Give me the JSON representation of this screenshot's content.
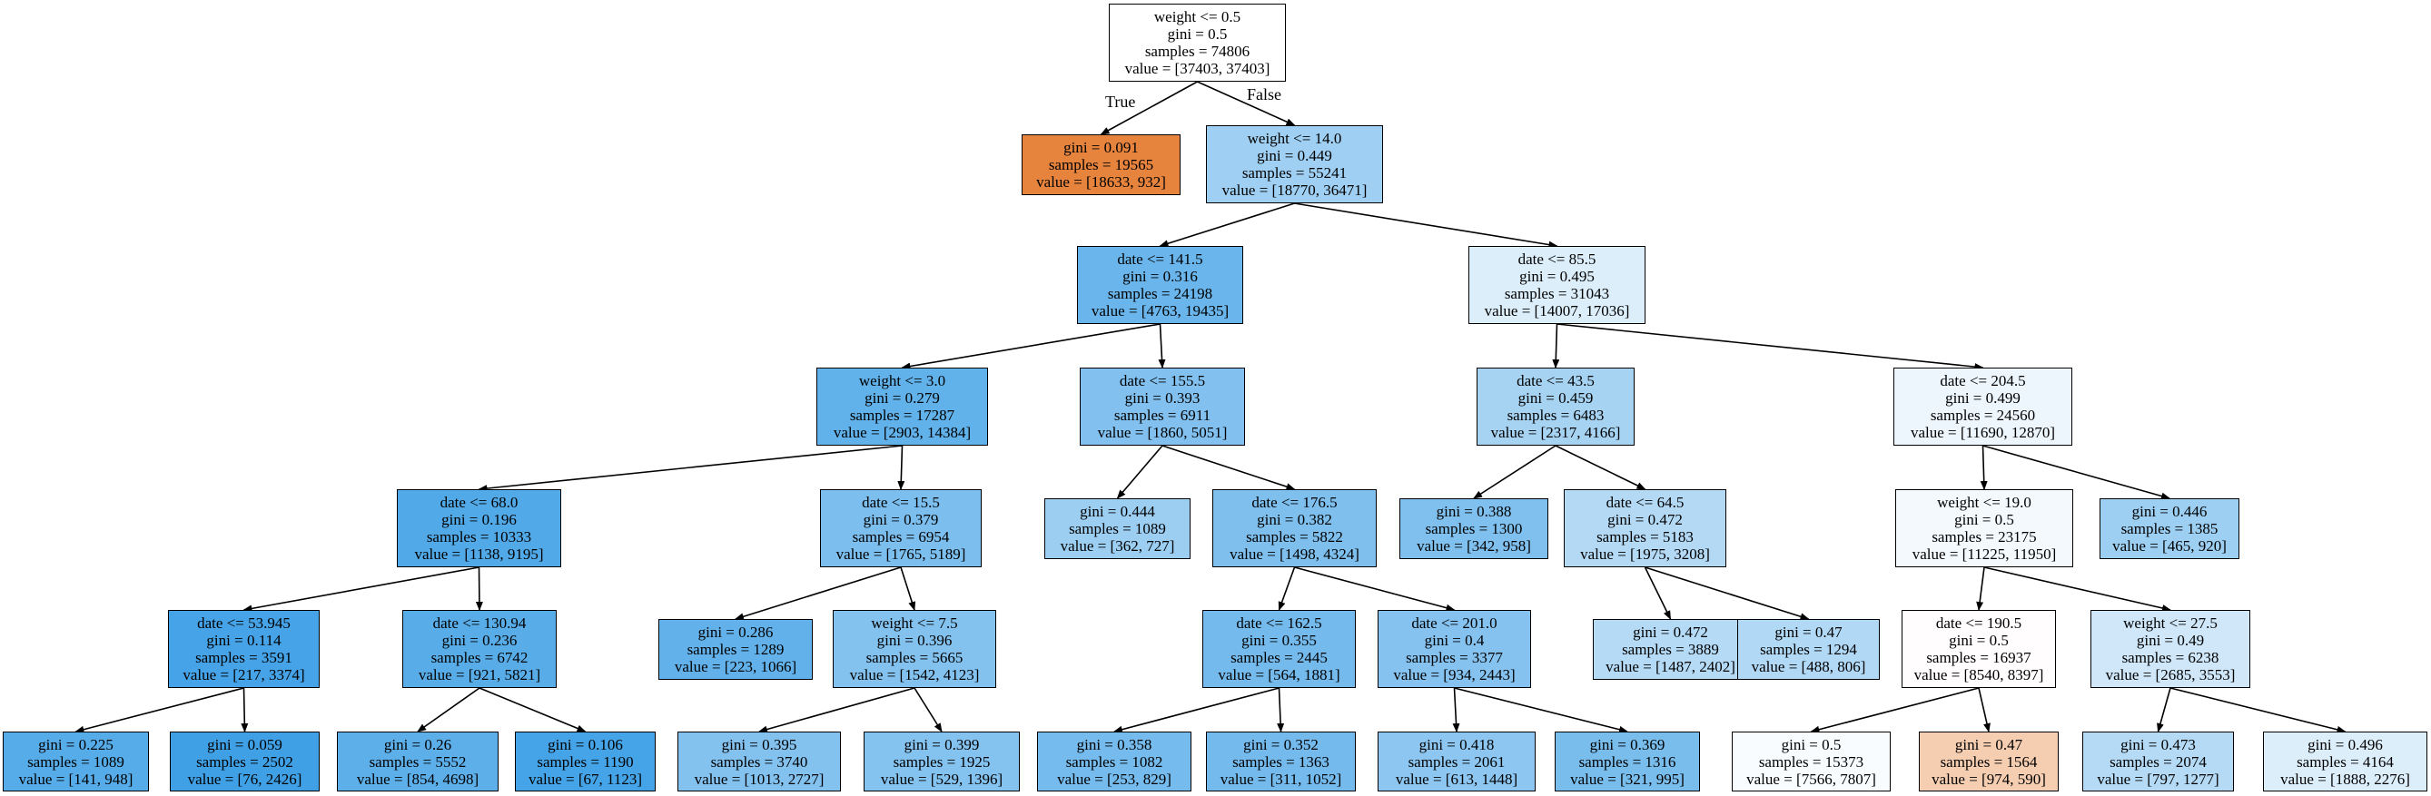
{
  "tree": {
    "colors": {
      "class_0": "#e58139",
      "class_1": "#399de5",
      "edge": "#000000"
    },
    "branch_labels": {
      "true_label": "True",
      "false_label": "False"
    },
    "nodes": [
      {
        "id": "n0",
        "lines": [
          "weight <= 0.5",
          "gini = 0.5",
          "samples = 74806",
          "value = [37403, 37403]"
        ],
        "fill": "#ffffff"
      },
      {
        "id": "n1",
        "lines": [
          "gini = 0.091",
          "samples = 19565",
          "value = [18633, 932]"
        ],
        "fill": "#e6843e"
      },
      {
        "id": "n2",
        "lines": [
          "weight <= 14.0",
          "gini = 0.449",
          "samples = 55241",
          "value = [18770, 36471]"
        ],
        "fill": "#9fcff2"
      },
      {
        "id": "n3",
        "lines": [
          "date <= 141.5",
          "gini = 0.316",
          "samples = 24198",
          "value = [4763, 19435]"
        ],
        "fill": "#6ab5eb"
      },
      {
        "id": "n4",
        "lines": [
          "date <= 85.5",
          "gini = 0.495",
          "samples = 31043",
          "value = [14007, 17036]"
        ],
        "fill": "#dceefa"
      },
      {
        "id": "n5",
        "lines": [
          "weight <= 3.0",
          "gini = 0.279",
          "samples = 17287",
          "value = [2903, 14384]"
        ],
        "fill": "#61b1ea"
      },
      {
        "id": "n6",
        "lines": [
          "date <= 155.5",
          "gini = 0.393",
          "samples = 6911",
          "value = [1860, 5051]"
        ],
        "fill": "#82c1ef"
      },
      {
        "id": "n7",
        "lines": [
          "date <= 43.5",
          "gini = 0.459",
          "samples = 6483",
          "value = [2317, 4166]"
        ],
        "fill": "#a7d3f3"
      },
      {
        "id": "n8",
        "lines": [
          "date <= 204.5",
          "gini = 0.499",
          "samples = 24560",
          "value = [11690, 12870]"
        ],
        "fill": "#edf6fd"
      },
      {
        "id": "n9",
        "lines": [
          "date <= 68.0",
          "gini = 0.196",
          "samples = 10333",
          "value = [1138, 9195]"
        ],
        "fill": "#52a9e8"
      },
      {
        "id": "n10",
        "lines": [
          "date <= 15.5",
          "gini = 0.379",
          "samples = 6954",
          "value = [1765, 5189]"
        ],
        "fill": "#7cbeee"
      },
      {
        "id": "n11",
        "lines": [
          "gini = 0.444",
          "samples = 1089",
          "value = [362, 727]"
        ],
        "fill": "#9ccef2"
      },
      {
        "id": "n12",
        "lines": [
          "date <= 176.5",
          "gini = 0.382",
          "samples = 5822",
          "value = [1498, 4324]"
        ],
        "fill": "#7ebfee"
      },
      {
        "id": "n13",
        "lines": [
          "gini = 0.388",
          "samples = 1300",
          "value = [342, 958]"
        ],
        "fill": "#80c0ee"
      },
      {
        "id": "n14",
        "lines": [
          "date <= 64.5",
          "gini = 0.472",
          "samples = 5183",
          "value = [1975, 3208]"
        ],
        "fill": "#b3d9f5"
      },
      {
        "id": "n15",
        "lines": [
          "weight <= 19.0",
          "gini = 0.5",
          "samples = 23175",
          "value = [11225, 11950]"
        ],
        "fill": "#f3f9fd"
      },
      {
        "id": "n16",
        "lines": [
          "gini = 0.446",
          "samples = 1385",
          "value = [465, 920]"
        ],
        "fill": "#9dcff2"
      },
      {
        "id": "n17",
        "lines": [
          "date <= 53.945",
          "gini = 0.114",
          "samples = 3591",
          "value = [217, 3374]"
        ],
        "fill": "#46a3e7"
      },
      {
        "id": "n18",
        "lines": [
          "date <= 130.94",
          "gini = 0.236",
          "samples = 6742",
          "value = [921, 5821]"
        ],
        "fill": "#58ade9"
      },
      {
        "id": "n19",
        "lines": [
          "gini = 0.286",
          "samples = 1289",
          "value = [223, 1066]"
        ],
        "fill": "#62b1ea"
      },
      {
        "id": "n20",
        "lines": [
          "weight <= 7.5",
          "gini = 0.396",
          "samples = 5665",
          "value = [1542, 4123]"
        ],
        "fill": "#83c2ef"
      },
      {
        "id": "n21",
        "lines": [
          "date <= 162.5",
          "gini = 0.355",
          "samples = 2445",
          "value = [564, 1881]"
        ],
        "fill": "#74baed"
      },
      {
        "id": "n22",
        "lines": [
          "date <= 201.0",
          "gini = 0.4",
          "samples = 3377",
          "value = [934, 2443]"
        ],
        "fill": "#85c2ef"
      },
      {
        "id": "n23",
        "lines": [
          "gini = 0.472",
          "samples = 3889",
          "value = [1487, 2402]"
        ],
        "fill": "#b4daf5"
      },
      {
        "id": "n24",
        "lines": [
          "gini = 0.47",
          "samples = 1294",
          "value = [488, 806]"
        ],
        "fill": "#b1d8f5"
      },
      {
        "id": "n25",
        "lines": [
          "date <= 190.5",
          "gini = 0.5",
          "samples = 16937",
          "value = [8540, 8397]"
        ],
        "fill": "#fffdfd"
      },
      {
        "id": "n26",
        "lines": [
          "weight <= 27.5",
          "gini = 0.49",
          "samples = 6238",
          "value = [2685, 3553]"
        ],
        "fill": "#cfe7f9"
      },
      {
        "id": "n27",
        "lines": [
          "gini = 0.225",
          "samples = 1089",
          "value = [141, 948]"
        ],
        "fill": "#56ace9"
      },
      {
        "id": "n28",
        "lines": [
          "gini = 0.059",
          "samples = 2502",
          "value = [76, 2426]"
        ],
        "fill": "#3fa0e6"
      },
      {
        "id": "n29",
        "lines": [
          "gini = 0.26",
          "samples = 5552",
          "value = [854, 4698]"
        ],
        "fill": "#5dafea"
      },
      {
        "id": "n30",
        "lines": [
          "gini = 0.106",
          "samples = 1190",
          "value = [67, 1123]"
        ],
        "fill": "#45a3e7"
      },
      {
        "id": "n31",
        "lines": [
          "gini = 0.395",
          "samples = 3740",
          "value = [1013, 2727]"
        ],
        "fill": "#83c1ef"
      },
      {
        "id": "n32",
        "lines": [
          "gini = 0.399",
          "samples = 1925",
          "value = [529, 1396]"
        ],
        "fill": "#84c2ef"
      },
      {
        "id": "n33",
        "lines": [
          "gini = 0.358",
          "samples = 1082",
          "value = [253, 829]"
        ],
        "fill": "#75bbed"
      },
      {
        "id": "n34",
        "lines": [
          "gini = 0.352",
          "samples = 1363",
          "value = [311, 1052]"
        ],
        "fill": "#74baed"
      },
      {
        "id": "n35",
        "lines": [
          "gini = 0.418",
          "samples = 2061",
          "value = [613, 1448]"
        ],
        "fill": "#8dc6f0"
      },
      {
        "id": "n36",
        "lines": [
          "gini = 0.369",
          "samples = 1316",
          "value = [321, 995]"
        ],
        "fill": "#79bded"
      },
      {
        "id": "n37",
        "lines": [
          "gini = 0.5",
          "samples = 15373",
          "value = [7566, 7807]"
        ],
        "fill": "#f9fcfe"
      },
      {
        "id": "n38",
        "lines": [
          "gini = 0.47",
          "samples = 1564",
          "value = [974, 590]"
        ],
        "fill": "#f5cdb1"
      },
      {
        "id": "n39",
        "lines": [
          "gini = 0.473",
          "samples = 2074",
          "value = [797, 1277]"
        ],
        "fill": "#b4daf5"
      },
      {
        "id": "n40",
        "lines": [
          "gini = 0.496",
          "samples = 4164",
          "value = [1888, 2276]"
        ],
        "fill": "#ddeefb"
      }
    ],
    "edges": [
      {
        "from": "n0",
        "to": "n1",
        "label": "True"
      },
      {
        "from": "n0",
        "to": "n2",
        "label": "False"
      },
      {
        "from": "n2",
        "to": "n3"
      },
      {
        "from": "n2",
        "to": "n4"
      },
      {
        "from": "n3",
        "to": "n5"
      },
      {
        "from": "n3",
        "to": "n6"
      },
      {
        "from": "n4",
        "to": "n7"
      },
      {
        "from": "n4",
        "to": "n8"
      },
      {
        "from": "n5",
        "to": "n9"
      },
      {
        "from": "n5",
        "to": "n10"
      },
      {
        "from": "n6",
        "to": "n11"
      },
      {
        "from": "n6",
        "to": "n12"
      },
      {
        "from": "n7",
        "to": "n13"
      },
      {
        "from": "n7",
        "to": "n14"
      },
      {
        "from": "n8",
        "to": "n15"
      },
      {
        "from": "n8",
        "to": "n16"
      },
      {
        "from": "n9",
        "to": "n17"
      },
      {
        "from": "n9",
        "to": "n18"
      },
      {
        "from": "n10",
        "to": "n19"
      },
      {
        "from": "n10",
        "to": "n20"
      },
      {
        "from": "n12",
        "to": "n21"
      },
      {
        "from": "n12",
        "to": "n22"
      },
      {
        "from": "n14",
        "to": "n23"
      },
      {
        "from": "n14",
        "to": "n24"
      },
      {
        "from": "n15",
        "to": "n25"
      },
      {
        "from": "n15",
        "to": "n26"
      },
      {
        "from": "n17",
        "to": "n27"
      },
      {
        "from": "n17",
        "to": "n28"
      },
      {
        "from": "n18",
        "to": "n29"
      },
      {
        "from": "n18",
        "to": "n30"
      },
      {
        "from": "n20",
        "to": "n31"
      },
      {
        "from": "n20",
        "to": "n32"
      },
      {
        "from": "n21",
        "to": "n33"
      },
      {
        "from": "n21",
        "to": "n34"
      },
      {
        "from": "n22",
        "to": "n35"
      },
      {
        "from": "n22",
        "to": "n36"
      },
      {
        "from": "n25",
        "to": "n37"
      },
      {
        "from": "n25",
        "to": "n38"
      },
      {
        "from": "n26",
        "to": "n39"
      },
      {
        "from": "n26",
        "to": "n40"
      }
    ]
  }
}
